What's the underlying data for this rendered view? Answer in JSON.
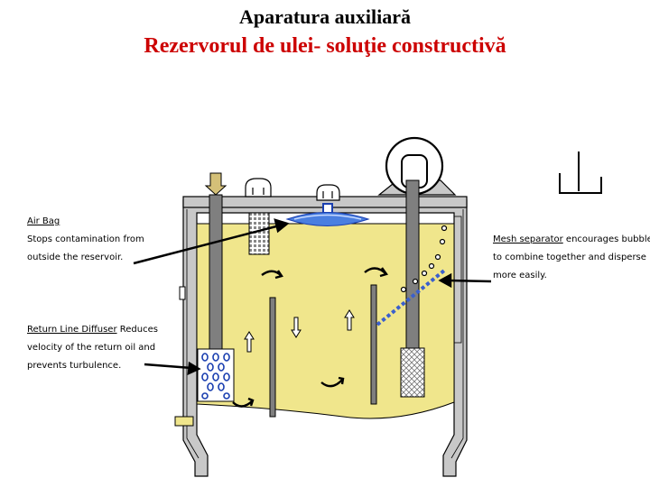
{
  "title": "Aparatura auxiliară",
  "subtitle": "Rezervorul de ulei- soluţie constructivă",
  "colors": {
    "oil": "#f0e68c",
    "tank_wall": "#c8c8c8",
    "outline": "#000000",
    "pipe": "#7f7f7f",
    "air_bag": "#4a7fe0",
    "mesh": "#3a5fcd",
    "subtitle": "#cc0000"
  },
  "labels": {
    "air_bag": {
      "term": "Air Bag",
      "lines": [
        "Stops contamination from",
        "outside the reservoir."
      ]
    },
    "return_diffuser": {
      "term": "Return Line Diffuser",
      "rest": " Reduces",
      "lines": [
        "velocity of the return oil and",
        "prevents turbulence."
      ]
    },
    "mesh_separator": {
      "term": "Mesh separator",
      "rest": " encourages bubbles",
      "lines": [
        "to combine together and disperse",
        "more easily."
      ]
    }
  },
  "icons": [
    "ground-symbol-icon",
    "flow-arrow-icon"
  ]
}
